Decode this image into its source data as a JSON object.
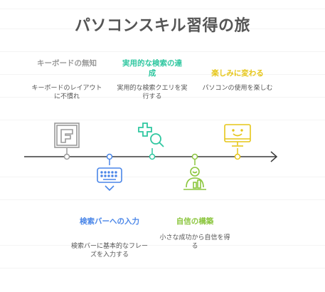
{
  "title": "パソコンスキル習得の旅",
  "steps": [
    {
      "title": "キーボードの無知",
      "desc": "キーボードのレイアウトに不慣れ",
      "color": "#9a9a9a",
      "icon": "keyboard-layout-icon"
    },
    {
      "title": "検索バーへの入力",
      "desc": "検索バーに基本的なフレーズを入力する",
      "color": "#4a86e8",
      "icon": "keyboard-input-icon"
    },
    {
      "title": "実用的な検索の達成",
      "desc": "実用的な検索クエリを実行する",
      "color": "#2fc7a0",
      "icon": "search-plus-icon"
    },
    {
      "title": "自信の構築",
      "desc": "小さな成功から自信を得る",
      "color": "#8cc63f",
      "icon": "user-growth-icon"
    },
    {
      "title": "楽しみに変わる",
      "desc": "パソコンの使用を楽しむ",
      "color": "#e6c619",
      "icon": "smiling-monitor-icon"
    }
  ]
}
